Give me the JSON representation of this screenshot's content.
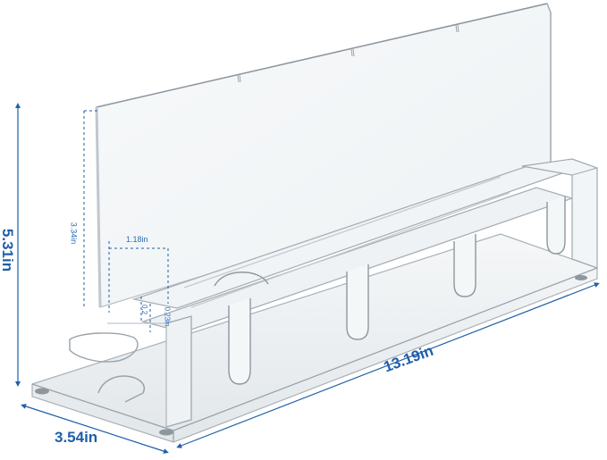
{
  "dimensions": {
    "height": "5.31in",
    "length": "13.19in",
    "width": "3.54in",
    "back_height": "3.34in",
    "slot_width": "1.18in",
    "slot_depth": "0.2",
    "cut_height": "0.23in"
  },
  "colors": {
    "dimension_blue": "#1f5fa8",
    "acrylic_edge": "#9aa4ad",
    "acrylic_fill": "#f3f6f8"
  }
}
